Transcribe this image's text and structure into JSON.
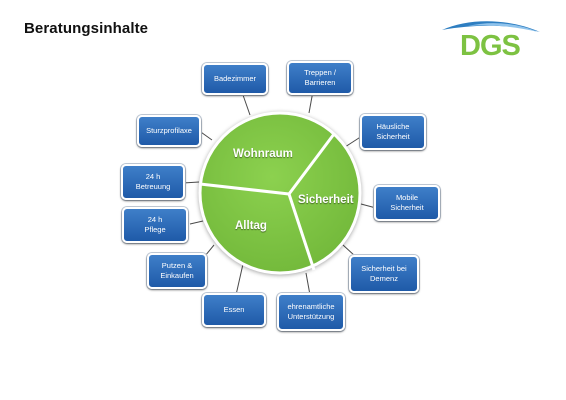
{
  "title": "Beratungsinhalte",
  "logo": {
    "text": "DGS",
    "icon": "dgs-swoosh-logo",
    "color_green": "#7dc242",
    "color_blue": "#2e7ec1"
  },
  "circle": {
    "color": "#7dc242",
    "segments": {
      "wohnraum": "Wohnraum",
      "sicherheit": "Sicherheit",
      "alltag": "Alltag"
    }
  },
  "boxes": {
    "badezimmer": "Badezimmer",
    "treppen": "Treppen /\nBarrieren",
    "haeusliche": "Häusliche\nSicherheit",
    "mobile": "Mobile\nSicherheit",
    "demenz": "Sicherheit bei\nDemenz",
    "ehrenamt": "ehrenamtliche\nUnterstützung",
    "essen": "Essen",
    "putzen": "Putzen &\nEinkaufen",
    "pflege": "24 h\nPflege",
    "betreuung": "24 h\nBetreuung",
    "sturz": "Sturzprofilaxe"
  },
  "box_color": "#2a6ab8"
}
